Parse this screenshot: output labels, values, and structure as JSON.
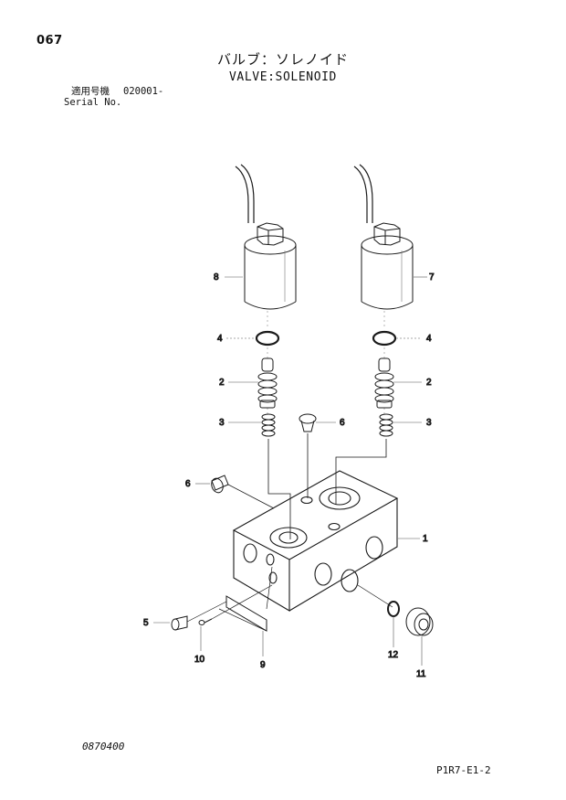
{
  "header": {
    "page_no": "067",
    "title_jp": "バルブ：ソレノイド",
    "title_en": "VALVE:SOLENOID",
    "serial_label_jp": "適用号機",
    "serial_value": "020001-",
    "serial_label_en": "Serial No."
  },
  "callouts": {
    "c1": "1",
    "c2l": "2",
    "c2r": "2",
    "c3l": "3",
    "c3r": "3",
    "c4l": "4",
    "c4r": "4",
    "c5": "5",
    "c6a": "6",
    "c6b": "6",
    "c7": "7",
    "c8": "8",
    "c9": "9",
    "c10": "10",
    "c11": "11",
    "c12": "12"
  },
  "footer": {
    "drawing_no": "0870400",
    "doc_code": "P1R7-E1-2"
  }
}
